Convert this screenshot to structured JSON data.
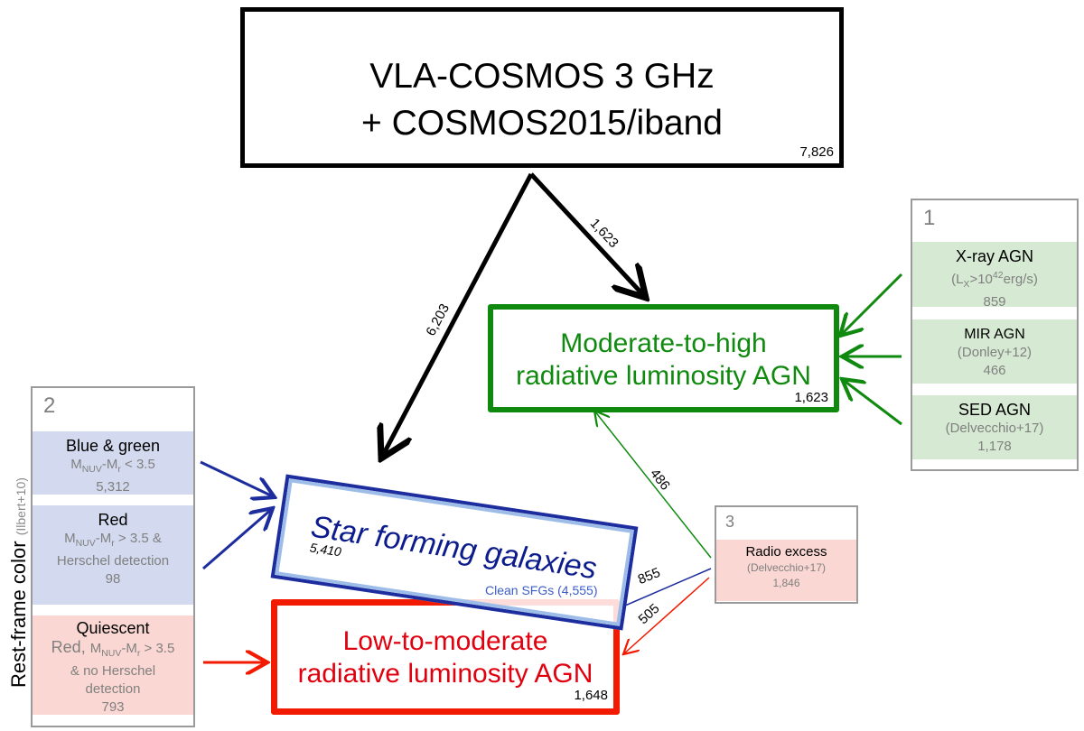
{
  "source": {
    "title_line1": "VLA-COSMOS 3 GHz",
    "title_line2": "+ COSMOS2015/iband",
    "count": "7,826"
  },
  "hlagn": {
    "title_line1": "Moderate-to-high",
    "title_line2": "radiative luminosity AGN",
    "count": "1,623",
    "color": "#0f8a0f"
  },
  "lmagn": {
    "title_line1": "Low-to-moderate",
    "title_line2": "radiative luminosity AGN",
    "count": "1,648",
    "color": "#f21a00"
  },
  "sfg": {
    "title": "Star forming galaxies",
    "count": "5,410",
    "clean_label": "Clean SFGs (4,555)",
    "color": "#1d2d9e"
  },
  "panel1": {
    "number": "1",
    "items": [
      {
        "title": "X-ray AGN",
        "sub_prefix": "(L",
        "sub_sub": "X",
        "sub_mid": ">10",
        "sub_sup": "42",
        "sub_suffix": "erg/s)",
        "count": "859"
      },
      {
        "title": "MIR AGN",
        "sub": "(Donley+12)",
        "count": "466"
      },
      {
        "title": "SED AGN",
        "sub": "(Delvecchio+17)",
        "count": "1,178"
      }
    ]
  },
  "panel2": {
    "number": "2",
    "axis_label": "Rest-frame color",
    "axis_ref": "(Ilbert+10)",
    "items": [
      {
        "title": "Blue & green",
        "m": "M",
        "nuv": "NUV",
        "dash": "-M",
        "r": "r",
        "crit": " < 3.5",
        "count": "5,312"
      },
      {
        "title": "Red",
        "m": "M",
        "nuv": "NUV",
        "dash": "-M",
        "r": "r",
        "crit": " > 3.5 &",
        "line2": "Herschel detection",
        "count": "98"
      },
      {
        "title": "Quiescent",
        "prefix": "Red, ",
        "m": "M",
        "nuv": "NUV",
        "dash": "-M",
        "r": "r",
        "crit": " > 3.5",
        "line2": "& no Herschel",
        "line3": "detection",
        "count": "793"
      }
    ]
  },
  "panel3": {
    "number": "3",
    "title": "Radio excess",
    "sub": "(Delvecchio+17)",
    "count": "1,846"
  },
  "edges": {
    "src_to_sfg": "6,203",
    "src_to_hlagn": "1,623",
    "radio_to_hlagn": "486",
    "radio_to_sfg": "855",
    "radio_to_lmagn": "505"
  }
}
